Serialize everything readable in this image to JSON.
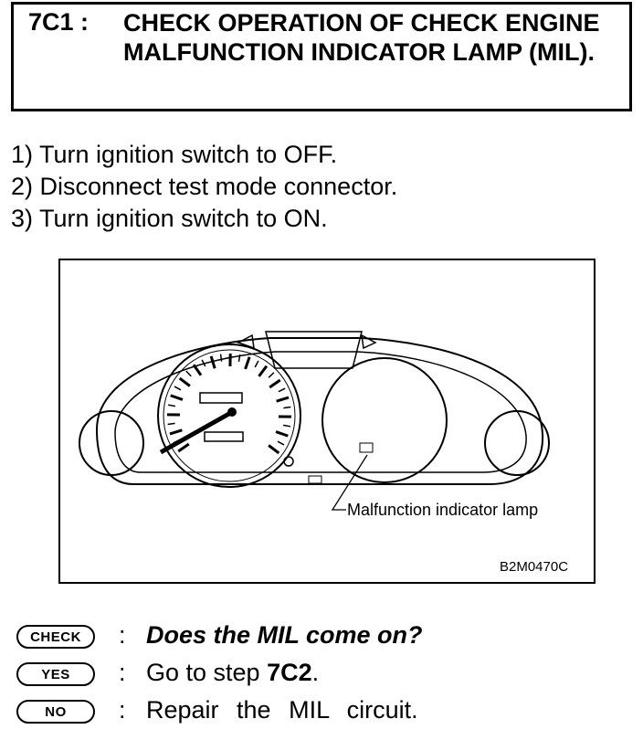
{
  "header": {
    "code": "7C1 :",
    "title": "CHECK OPERATION OF CHECK ENGINE MALFUNCTION INDICATOR LAMP (MIL)."
  },
  "steps": [
    "1)  Turn ignition switch to OFF.",
    "2)  Disconnect test mode connector.",
    "3)  Turn ignition switch to ON."
  ],
  "figure": {
    "callout_label": "Malfunction indicator lamp",
    "figure_id": "B2M0470C"
  },
  "qa": {
    "check": {
      "badge": "CHECK",
      "colon": ":",
      "text": "Does the MIL come on?"
    },
    "yes": {
      "badge": "YES",
      "colon": ":",
      "prefix": "Go to step ",
      "step": "7C2",
      "suffix": "."
    },
    "no": {
      "badge": "NO",
      "colon": ":",
      "text": "Repair the MIL circuit."
    }
  }
}
